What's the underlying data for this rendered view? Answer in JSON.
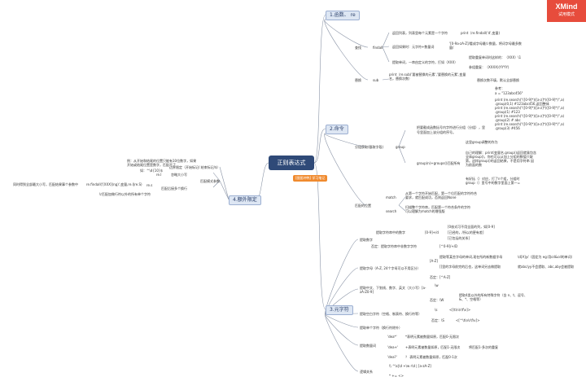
{
  "app": {
    "brand": "XMind",
    "trial_label": "试用模式"
  },
  "root": {
    "title": "正则表达式",
    "tag": "[图图冲鸭] 学习笔记"
  },
  "branches": {
    "b1": {
      "label": "1.函数、 re"
    },
    "b2": {
      "label": "2.命令"
    },
    "b3": {
      "label": "3.元字符"
    },
    "b4": {
      "label": "4.额外限定"
    }
  },
  "funcs": {
    "search": "查找",
    "findall": "findall",
    "findall_list": "返回列表，列表里每个元素是一个字符",
    "findall_print": "print（re.findall('d',变量)",
    "nested_return": "返回如果时：元字符+数量词",
    "charclass_range": "'[0-9a-zA-Z]/看成字母最少数量，将词字母最多数量/",
    "extract": "提取单词，一串由定义的字符，打如（XXX）",
    "extract_ex1": "提取重复单词时这样的：（XXX）\\1",
    "extract_ex2": "参组重复：（XXXX)(YYYY)",
    "replace": "替换",
    "sub": "sub",
    "sub_desc1": "print（re.sub('要被替换的元素','要替换的元素',变量名，替换次数）",
    "sub_desc2": "替换次数不填，默认全部替换"
  },
  "cmds": {
    "group_title": "分组获取(截取字段)",
    "group": "group",
    "group_desc1": "把要截成函数括号内字符进行分组（分组），里",
    "group_desc2": "号里面加上该分组的序号。",
    "code_title": "参考：",
    "code_a": "a = \"123abc456\"",
    "code_lines": [
      "print (re.search(\"([0-9]*)([a-z]*)([0-9]*)\",a)",
      ".group(0,1) #123abc456,返回整体",
      "print (re.search(\"([0-9]*)([a-z]*)([0-9]*)\",a)",
      ".group(1) #123",
      "print (re.search(\"([0-9]*)([a-z]*)([0-9]*)\",a)",
      ".group(2) # abc",
      "print (re.search(\"([0-9]*)([a-z]*)([0-9]*)\",a)",
      ".group(3) #456"
    ],
    "groups": "group(n)+groups()匹配所有",
    "groups_note1": "这里group调整的作为",
    "groups_note2": "自己的理解：print(变量名.group()返回就乘包含",
    "groups_note3": "全体group()，你也可以从加上分组的数值只取",
    "groups_note4": "第。这样group()的返回结果，不是用字符串 因",
    "groups_note5": "为前面的数",
    "groups_note6": "有好括（）对应，打了n个组，分组时",
    "groups_note7": "group（）里号中的数字里面上第一=",
    "match_title": "匹配的位置",
    "match": "match",
    "match_desc1": "从第一个字符开始匹配，第一个位匹配的字符符合",
    "match_desc2": "要求，就匹配成功，否则返回None",
    "search_kw": "search",
    "search_desc1": "扫描整个字符串，匹配第一个符合条件的字符",
    "search_desc2": "可以理解为match的增强版"
  },
  "meta": {
    "digits_title": "提取数字",
    "digits_item1": "提取字符串中的数字",
    "digits_item1_val": "[0-9]+/d",
    "digits_item2": "否定：提取字符串中非数字字符",
    "digits_item2_val": "[^0-9]/+/D",
    "digits_note1": "[0核式可不用全面的列，如[0-9]",
    "digits_note2": "[已经的，/所以的更有差]",
    "digits_note3": "[已包括的关系]",
    "letters_title": "提取字母（A-Z, 24个字母可以不用区分）",
    "letters_az": "[A-Z]",
    "letters_az_desc": "提取等某些字母的单词,现在所的新数据字母",
    "letters_az_code": "\\d[A]y/（固定为 eg:用cd&cd的单词）",
    "letters_note": "[]里的字母前完的后也，这单词另去做提取",
    "letters_note_code": "就abc/yy不会提取、abc,aby会被提取",
    "letters_neg": "否定：[^A-Z]",
    "word_title": "提取中文、下划线、数字、英文（大小写）[a-zA-Z0-9]",
    "word_w": "\\w",
    "word_W": "否定：\\W",
    "word_W_desc": "提取4类以外的所有特殊字符（含 n、t、逗号、&、*、空格等）",
    "space_title": "提取空白字符（空格、制表符、换行符等）",
    "space_s": "\\s",
    "space_s_code": "<[\\t\\n\\r\\f\\v]>",
    "space_S": "否定：\\S",
    "space_S_code": "<[^\\t\\n\\r\\f\\v]>",
    "any_title": "提取单个字符（换行符除外）",
    "qty_title": "提取数量词",
    "qty_star": "'dea*'",
    "qty_star_desc": "*表明元素被数量如原，匹配0-无限次",
    "qty_plus": "'dea+'",
    "qty_plus_desc": "+表明元素被数量如原，匹配1-无限次",
    "qty_plus_code": "将匹配1-多次的重复",
    "qty_q": "'dea?'",
    "qty_q_desc": "？ 表明元素被数量如原，匹配0-1次",
    "logic_title": "逻辑关系",
    "logic_items": "\\\\ ^\\s|\\d   +\\w    r\\d |   [a-zA-Z]",
    "logic_items2": "*    +=    <>"
  },
  "extra": {
    "note1": "例：从开始和结尾的位置只能有10位数字，如果",
    "note2": "开始或结尾位置是数字，匹配不了",
    "hint": "如：^\\d{10}$",
    "boundary": "边界限定（开始标记/ 结束标记/$）",
    "ignore_case": "忽略大小写",
    "re_i": "re.I",
    "multiline": "匹配模式参数",
    "dotall": "匹配后接多个换行",
    "re_s": "re.s",
    "match_multi": "同时得到全部最大小写，匹配结果事个参数中",
    "match_multi_code": "re.findall('[XXX](ng)',变量,re.I|re.S)",
    "newline_note": "\\r匹配加做行符以外的所有单个字符"
  }
}
